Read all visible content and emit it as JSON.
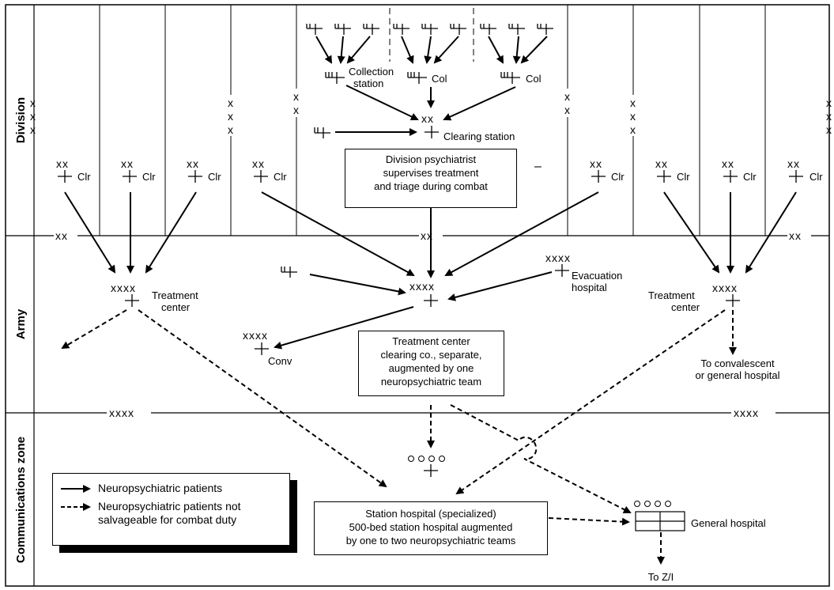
{
  "zones": {
    "division": "Division",
    "army": "Army",
    "communications_zone": "Communications zone"
  },
  "boundaries": {
    "xx": "xx",
    "xxxx": "xxxx",
    "xxx": "x\nx\nx",
    "xx_vertical": "x\nx"
  },
  "labels": {
    "clr": "Clr",
    "collection_station": "Collection station",
    "col": "Col",
    "clearing_station": "Clearing station",
    "treatment_center": "Treatment center",
    "evacuation_hospital": "Evacuation hospital",
    "conv": "Conv",
    "to_convalescent": "To convalescent or general hospital",
    "general_hospital": "General hospital",
    "to_zi": "To Z/I",
    "unit_xx": "xx",
    "unit_xxxx": "xxxx",
    "unit_oooo": "oooo",
    "dash": "–"
  },
  "boxes": {
    "division_psychiatrist": [
      "Division psychiatrist",
      "supervises treatment",
      "and triage during combat"
    ],
    "treatment_center_clearing": [
      "Treatment center",
      "clearing co., separate,",
      "augmented by one",
      "neuropsychiatric team"
    ],
    "station_hospital": [
      "Station hospital (specialized)",
      "500-bed station hospital augmented",
      "by one to two neuropsychiatric teams"
    ]
  },
  "legend": {
    "solid": "Neuropsychiatric patients",
    "dashed": "Neuropsychiatric patients not salvageable for combat duty"
  }
}
